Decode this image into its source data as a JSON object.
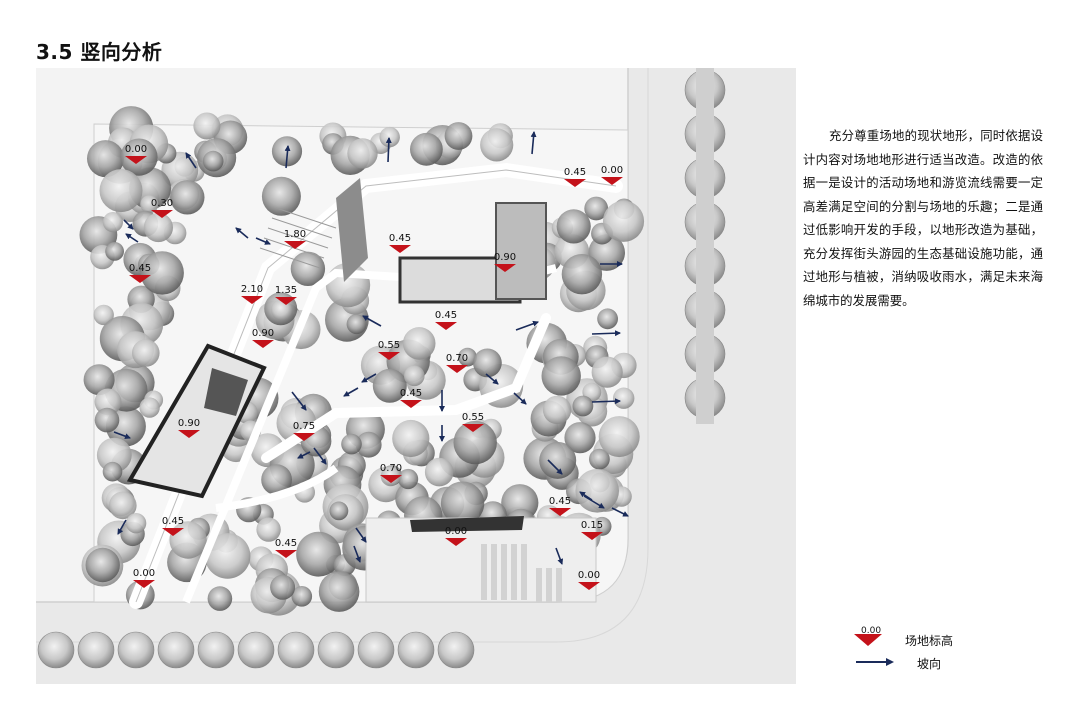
{
  "section_title": "3.5 竖向分析",
  "description": "充分尊重场地的现状地形，同时依据设计内容对场地地形进行适当改造。改造的依据一是设计的活动场地和游览流线需要一定高差满足空间的分割与场地的乐趣；二是通过低影响开发的手段，以地形改造为基础，充分发挥街头游园的生态基础设施功能，通过地形与植被，消纳吸收雨水，满足未来海绵城市的发展需要。",
  "colors": {
    "elevation_marker": "#c4121a",
    "slope_arrow": "#1a2b5a"
  },
  "elevations": [
    {
      "label": "0.00"
    },
    {
      "label": "0.30"
    },
    {
      "label": "0.45"
    },
    {
      "label": "1.80"
    },
    {
      "label": "2.10"
    },
    {
      "label": "1.35"
    },
    {
      "label": "0.90"
    },
    {
      "label": "0.45"
    },
    {
      "label": "0.90"
    },
    {
      "label": "0.45"
    },
    {
      "label": "0.45"
    },
    {
      "label": "0.00"
    },
    {
      "label": "0.55"
    },
    {
      "label": "0.70"
    },
    {
      "label": "0.45"
    },
    {
      "label": "0.55"
    },
    {
      "label": "0.90"
    },
    {
      "label": "0.75"
    },
    {
      "label": "0.70"
    },
    {
      "label": "0.45"
    },
    {
      "label": "0.00"
    },
    {
      "label": "0.45"
    },
    {
      "label": "0.15"
    },
    {
      "label": "0.45"
    },
    {
      "label": "0.00"
    },
    {
      "label": "0.00"
    }
  ],
  "legend": {
    "marker_value": "0.00",
    "elevation_label": "场地标高",
    "slope_label": "坡向"
  }
}
